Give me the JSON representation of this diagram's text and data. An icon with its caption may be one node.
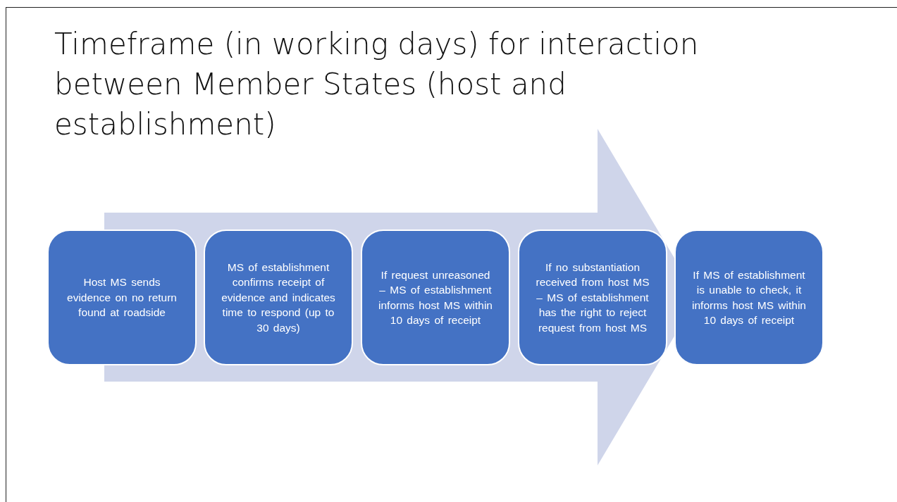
{
  "diagram": {
    "title": "Timeframe (in working days) for interaction between Member States (host and establishment)",
    "nodes": [
      {
        "text": [
          "Host MS sends evidence on no return found at roadside"
        ]
      },
      {
        "text": [
          "MS of establishment confirms receipt of evidence and indicates time to respond (up to 30 days)"
        ]
      },
      {
        "text": [
          "If request unreasoned – MS of establishment informs host MS within 10 days of receipt"
        ]
      },
      {
        "text": [
          "If no substantiation received from host MS – MS of establishment has the right to reject request from host MS"
        ]
      },
      {
        "text": [
          "If MS of establishment is unable to check, it informs host MS within 10 days of receipt"
        ]
      }
    ],
    "edges": [
      {
        "from": 0,
        "to": 4,
        "arrow": "to",
        "style": "thick"
      }
    ]
  }
}
